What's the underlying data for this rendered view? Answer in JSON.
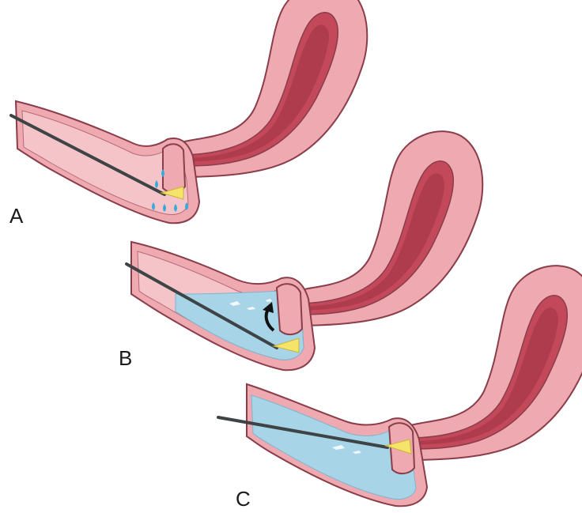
{
  "figure": {
    "panels": [
      {
        "id": "A",
        "label": "A",
        "fluid": "none"
      },
      {
        "id": "B",
        "label": "B",
        "fluid": "partial"
      },
      {
        "id": "C",
        "label": "C",
        "fluid": "full"
      }
    ],
    "colors": {
      "tissue": "#eeaab0",
      "tissue_outline": "#8a3d4a",
      "tissue_inner": "#f4c4c8",
      "canal_dark": "#c2485a",
      "canal_darker": "#9c2f40",
      "fluid": "#a8d4e8",
      "fluid_drop": "#3aa8d8",
      "scope": "#3e4446",
      "scope_tip_light": "#f5e36a",
      "arrow": "#111111"
    }
  }
}
